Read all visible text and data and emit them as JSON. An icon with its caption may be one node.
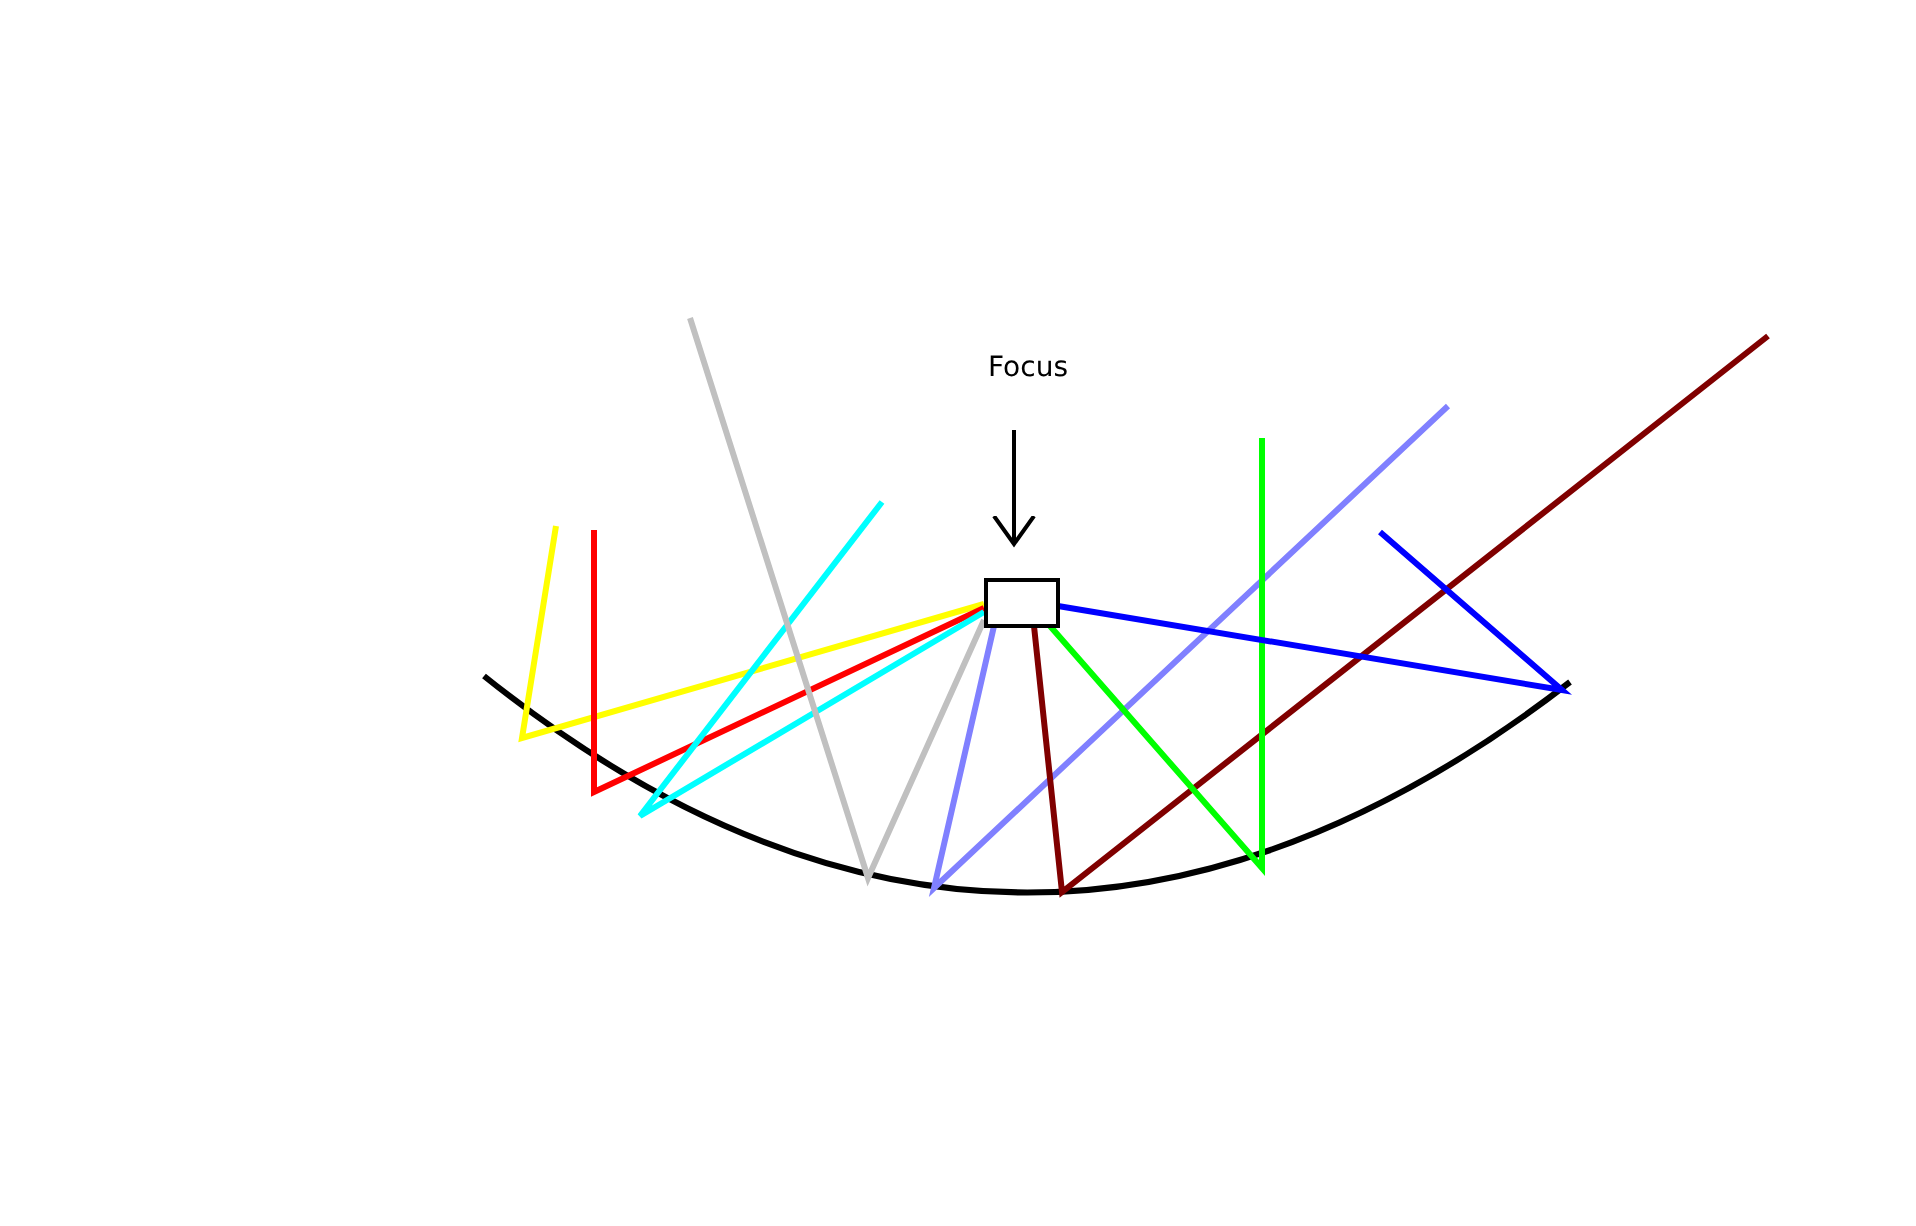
{
  "diagram": {
    "nodes": [
      {
        "text": [
          "Focus"
        ]
      },
      {
        "text": [],
        "shape": "box"
      }
    ],
    "edges": [
      {
        "from": 0,
        "to": 1,
        "arrow": "to"
      }
    ]
  }
}
